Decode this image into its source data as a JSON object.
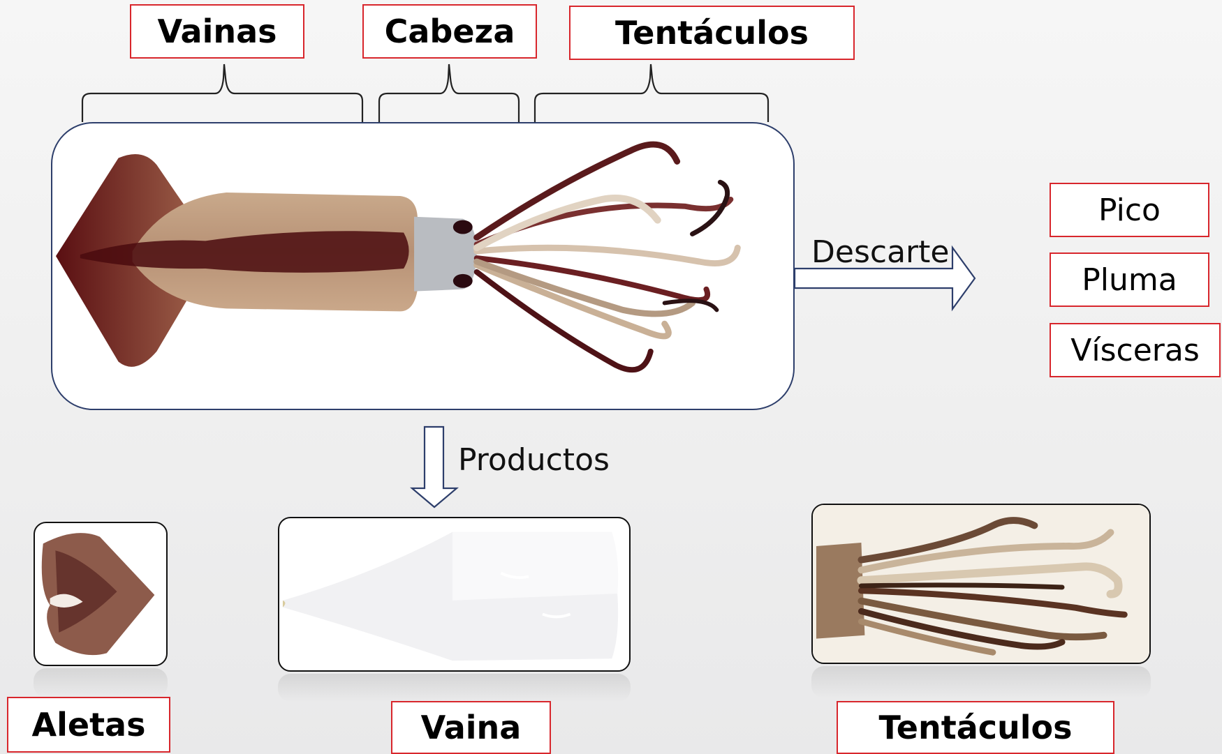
{
  "labels": {
    "vainas": "Vainas",
    "cabeza": "Cabeza",
    "tentaculos_top": "Tentáculos",
    "aletas": "Aletas",
    "vaina": "Vaina",
    "tentaculos_bottom": "Tentáculos"
  },
  "discard": {
    "arrow_text": "Descarte",
    "items": [
      "Pico",
      "Pluma",
      "Vísceras"
    ]
  },
  "products": {
    "arrow_text": "Productos"
  },
  "colors": {
    "label_border": "#d8262c",
    "frame_border": "#2d3e6b",
    "arrow_stroke": "#2d3e6b"
  }
}
